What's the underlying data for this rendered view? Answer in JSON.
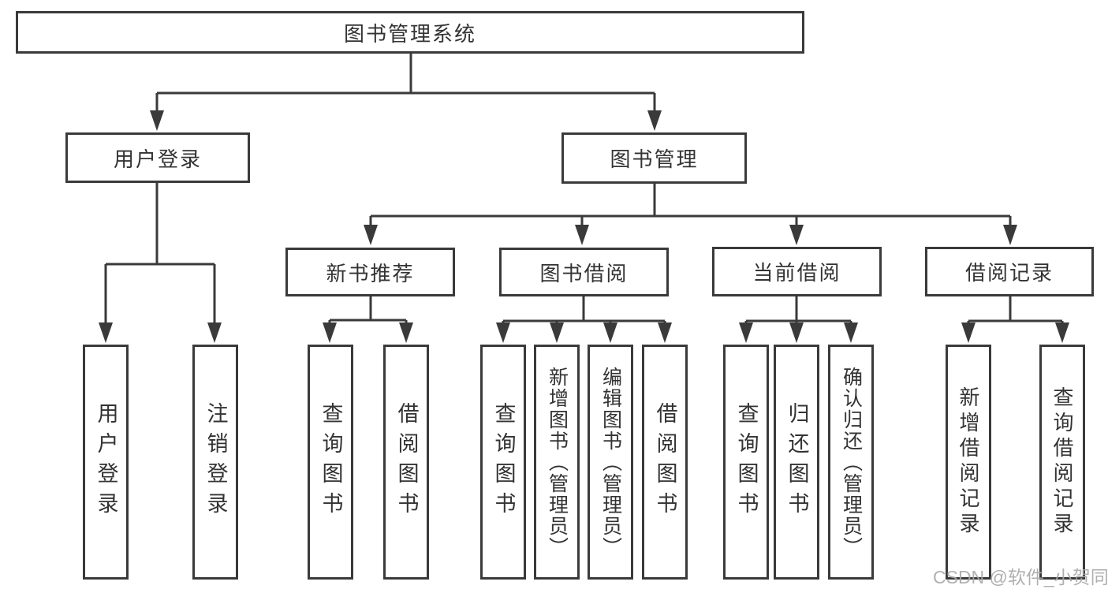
{
  "diagram": {
    "type": "hierarchy-tree",
    "colors": {
      "background": "#ffffff",
      "box_border": "#3a3a3a",
      "line": "#3a3a3a",
      "text": "#333333",
      "watermark": "#a8a8a8"
    }
  },
  "tree": {
    "label": "图书管理系统",
    "children": [
      {
        "label": "用户登录",
        "children": [
          {
            "label": "用户登录"
          },
          {
            "label": "注销登录"
          }
        ]
      },
      {
        "label": "图书管理",
        "children": [
          {
            "label": "新书推荐",
            "children": [
              {
                "label": "查询图书"
              },
              {
                "label": "借阅图书"
              }
            ]
          },
          {
            "label": "图书借阅",
            "children": [
              {
                "label": "查询图书"
              },
              {
                "label": "新增图书（管理员）"
              },
              {
                "label": "编辑图书（管理员）"
              },
              {
                "label": "借阅图书"
              }
            ]
          },
          {
            "label": "当前借阅",
            "children": [
              {
                "label": "查询图书"
              },
              {
                "label": "归还图书"
              },
              {
                "label": "确认归还（管理员）"
              }
            ]
          },
          {
            "label": "借阅记录",
            "children": [
              {
                "label": "新增借阅记录"
              },
              {
                "label": "查询借阅记录"
              }
            ]
          }
        ]
      }
    ]
  },
  "watermark": "CSDN @软件_小贺同学"
}
